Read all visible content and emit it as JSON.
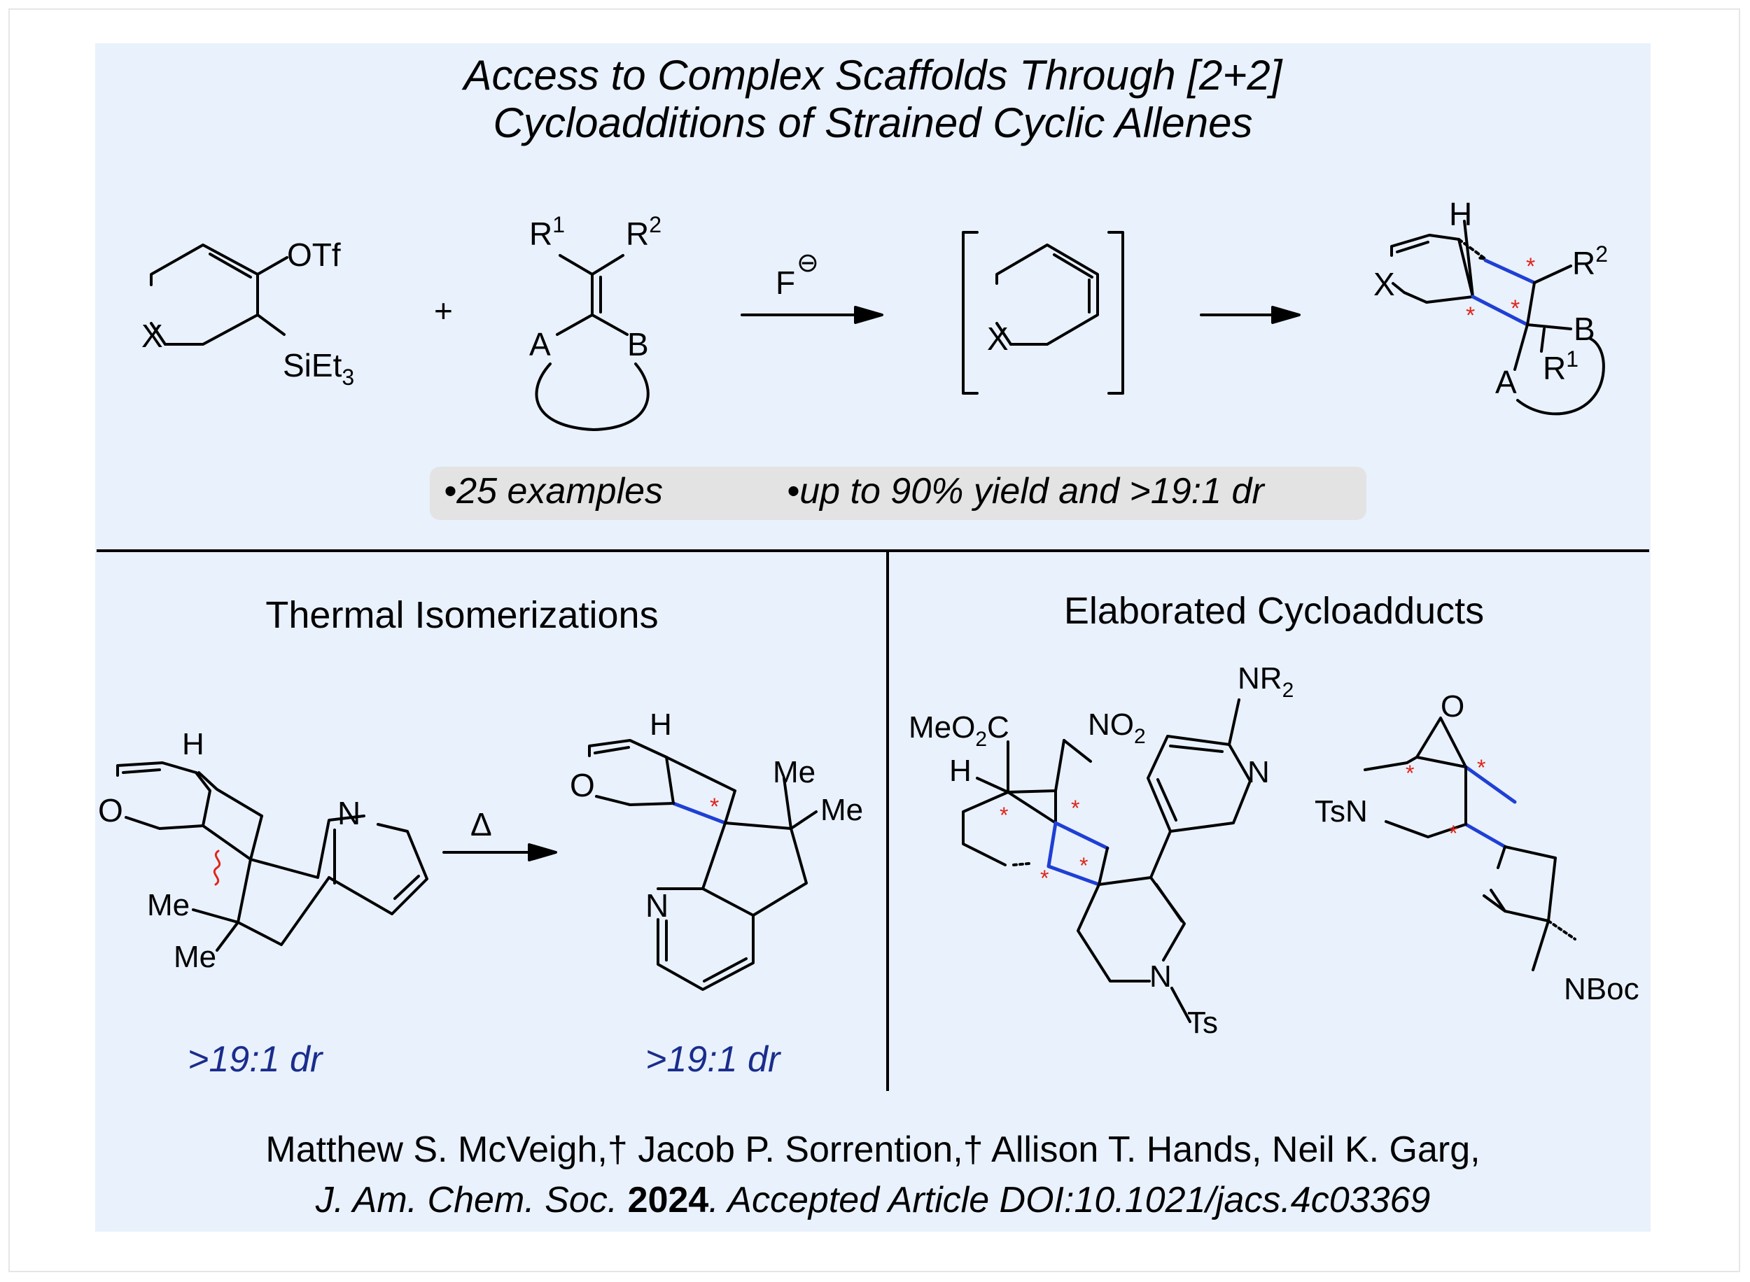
{
  "title": {
    "line1": "Access to Complex Scaffolds Through [2+2]",
    "line2": "Cycloadditions of Strained Cyclic Allenes"
  },
  "scheme": {
    "substrate": {
      "otf": "OTf",
      "x": "X",
      "si": "SiEt",
      "si_sub": "3"
    },
    "plus": "+",
    "partner": {
      "r1": "R",
      "r1_sup": "1",
      "r2": "R",
      "r2_sup": "2",
      "a": "A",
      "b": "B"
    },
    "reagent": {
      "f": "F",
      "charge": "⊖"
    },
    "allene": {
      "x": "X"
    },
    "product": {
      "h": "H",
      "x": "X",
      "r2": "R",
      "r2_sup": "2",
      "b": "B",
      "r1": "R",
      "r1_sup": "1",
      "a": "A"
    }
  },
  "highlights": {
    "examples": "•25 examples",
    "yield": "•up to 90% yield and >19:1 dr"
  },
  "sections": {
    "left": "Thermal Isomerizations",
    "right": "Elaborated Cycloadducts"
  },
  "thermal": {
    "start": {
      "h": "H",
      "o": "O",
      "n": "N",
      "me1": "Me",
      "me2": "Me"
    },
    "delta": "Δ",
    "end": {
      "h": "H",
      "o": "O",
      "n": "N",
      "me1": "Me",
      "me2": "Me"
    },
    "dr_left": ">19:1 dr",
    "dr_right": ">19:1 dr"
  },
  "elaborated": {
    "mol1": {
      "meo2c": "MeO",
      "meo2c_sub": "2",
      "meo2c_end": "C",
      "h": "H",
      "no2": "NO",
      "no2_sub": "2",
      "nr2": "NR",
      "nr2_sub": "2",
      "n_pyr": "N",
      "n_ts": "N",
      "ts": "Ts"
    },
    "mol2": {
      "o": "O",
      "tsn": "TsN",
      "nboc": "NBoc"
    }
  },
  "citation": {
    "authors": "Matthew S. McVeigh,† Jacob P. Sorrention,† Allison T. Hands, Neil K. Garg,",
    "journal": "J. Am. Chem. Soc.",
    "year": "2024",
    "status": ". Accepted Article DOI:10.1021/jacs.4c03369"
  },
  "colors": {
    "panel": "#e9f1fc",
    "highlight_bond": "#1f3fd4",
    "stereocenter": "#e0261b",
    "dr_text": "#1a2d8c",
    "pill": "#e3e3e3"
  }
}
